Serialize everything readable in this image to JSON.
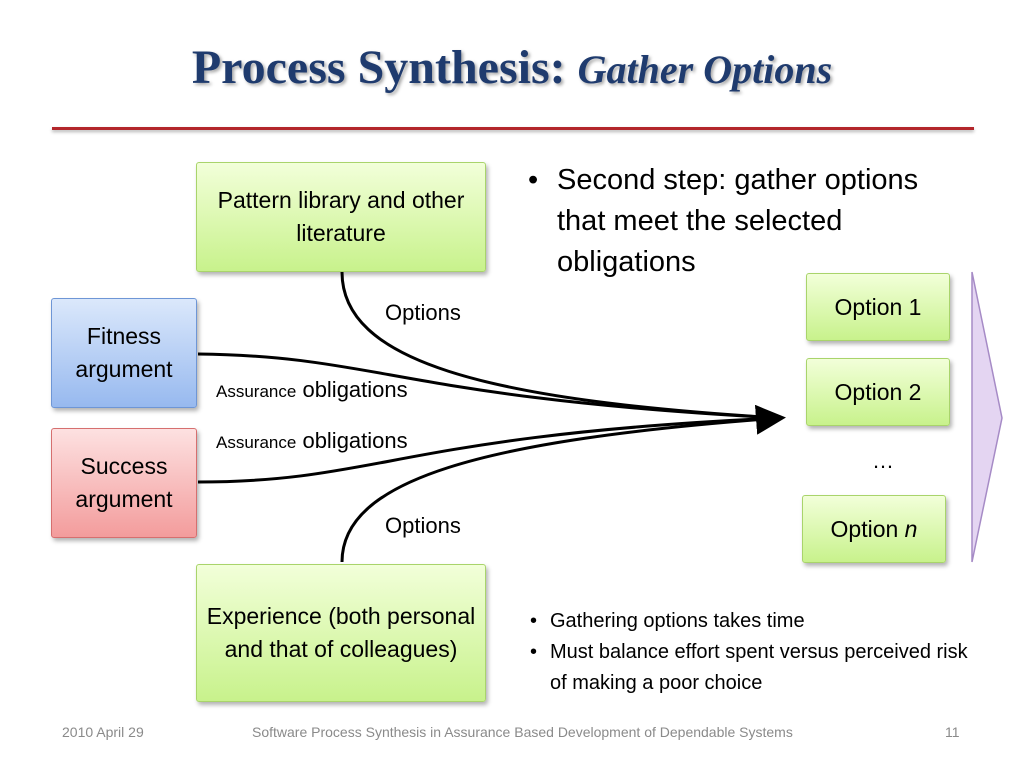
{
  "slide": {
    "title_main": "Process Synthesis:",
    "title_sub": "Gather Options"
  },
  "boxes": {
    "pattern_library": "Pattern library and other literature",
    "fitness": "Fitness argument",
    "success": "Success argument",
    "experience": "Experience (both personal and that of colleagues)"
  },
  "labels": {
    "options_top": "Options",
    "options_bottom": "Options",
    "assurance_1_small": "Assurance",
    "assurance_1_rest": "obligations",
    "assurance_2_small": "Assurance",
    "assurance_2_rest": "obligations"
  },
  "options": {
    "option_1": "Option 1",
    "option_2": "Option 2",
    "ellipsis": "…",
    "option_n_prefix": "Option",
    "option_n_var": "n"
  },
  "bullets_main": [
    "Second step: gather options that meet the selected obligations"
  ],
  "bullets_notes": [
    "Gathering options takes time",
    "Must balance effort spent versus perceived risk of making a poor choice"
  ],
  "bullet_glyph": "•",
  "footer": {
    "date": "2010 April 29",
    "title": "Software Process Synthesis in Assurance Based Development of Dependable Systems",
    "page": "11"
  },
  "colors": {
    "title": "#1f3b6e",
    "rule": "#b3262b",
    "green_box": "#c8f28c",
    "blue_box": "#97b9ef",
    "red_box": "#f39c9c",
    "chevron": "#e4d5f2"
  }
}
